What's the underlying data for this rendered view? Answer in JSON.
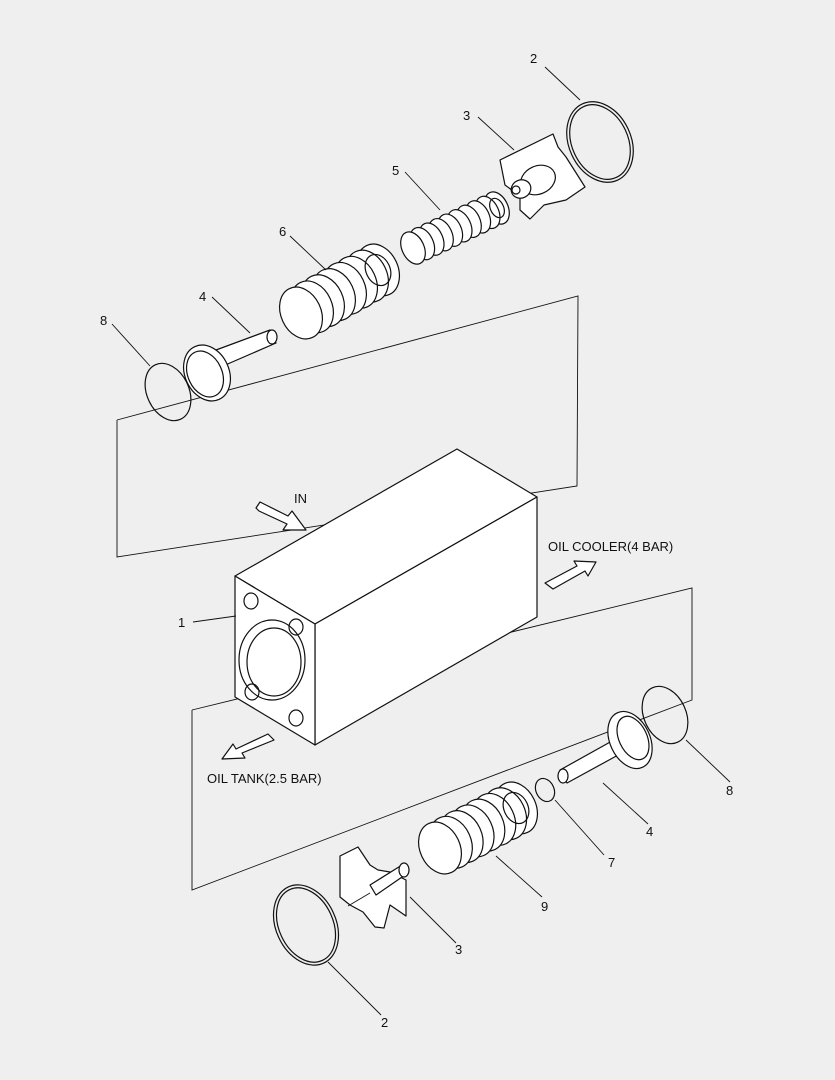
{
  "callouts": {
    "top_2": "2",
    "top_3": "3",
    "top_5": "5",
    "top_6": "6",
    "top_4": "4",
    "top_8": "8",
    "body_1": "1",
    "bot_8": "8",
    "bot_4": "4",
    "bot_7": "7",
    "bot_9": "9",
    "bot_3": "3",
    "bot_2": "2"
  },
  "flow_labels": {
    "in": "IN",
    "oil_cooler": "OIL COOLER(4 BAR)",
    "oil_tank": "OIL TANK(2.5 BAR)"
  },
  "colors": {
    "background": "#efefef",
    "line": "#111111",
    "part_fill": "#ffffff"
  }
}
